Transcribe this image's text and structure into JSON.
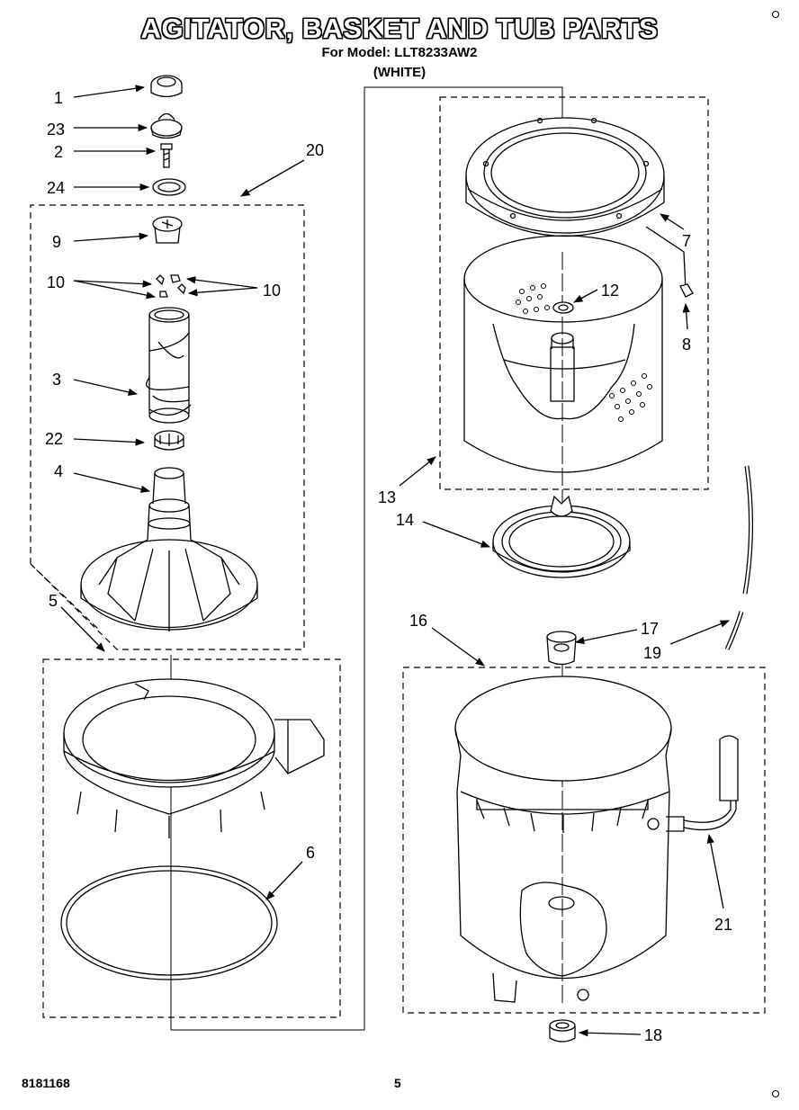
{
  "title": "AGITATOR, BASKET AND TUB PARTS",
  "model_line": "For Model: LLT8233AW2",
  "color_line": "(WHITE)",
  "footer": {
    "doc_code": "8181168",
    "page": "5"
  },
  "callouts": [
    "1",
    "23",
    "2",
    "24",
    "20",
    "9",
    "10",
    "10",
    "3",
    "22",
    "4",
    "5",
    "6",
    "7",
    "12",
    "8",
    "13",
    "14",
    "16",
    "17",
    "19",
    "21",
    "18"
  ]
}
